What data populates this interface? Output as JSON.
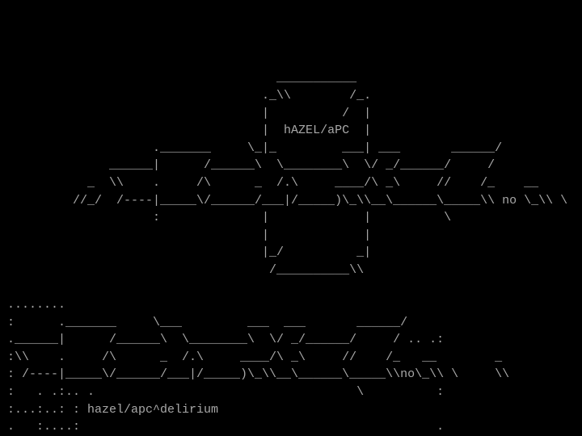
{
  "screen": {
    "rows": {
      "r4": "                                      ___________",
      "r5": "                                    ._\\\\        /_.",
      "r6": "                                    |          /  |",
      "r7": "                                    |  hAZEL/aPC  |",
      "r8": "                     ._______     \\_|_         ___| ___       ______/",
      "r9": "               ______|      /______\\  \\________\\  \\/ _/______/     /",
      "r10": "            _  \\\\    .     /\\      _  /.\\     ____/\\ _\\     //    /_    __",
      "r11": "          //_/  /----|_____\\/______/___|/_____)\\_\\\\__\\______\\_____\\\\ no \\_\\\\ \\",
      "r12": "                     :              |             |          \\",
      "r13": "                                    |             |",
      "r14": "                                    |_/          _|",
      "r15": "                                     /__________\\\\",
      "r17": " ........",
      "r18": " :      ._______     \\___         ___  ___       ______/",
      "r19": " .______|      /______\\  \\________\\  \\/ _/______/     / .. .:",
      "r20": " :\\\\    .     /\\      _  /.\\     ____/\\ _\\     //    /_   __        _",
      "r21": " : /----|_____\\/______/___|/_____)\\_\\\\__\\______\\_____\\\\no\\_\\\\ \\     \\\\",
      "r22": " :   . .:.. .                                    \\          :",
      "r23": " :...:..: : hazel/apc^delirium",
      "r24": " .   :....:                                                 ."
    }
  },
  "colors": {
    "background": "#000000",
    "text": "#a8a8a8"
  }
}
